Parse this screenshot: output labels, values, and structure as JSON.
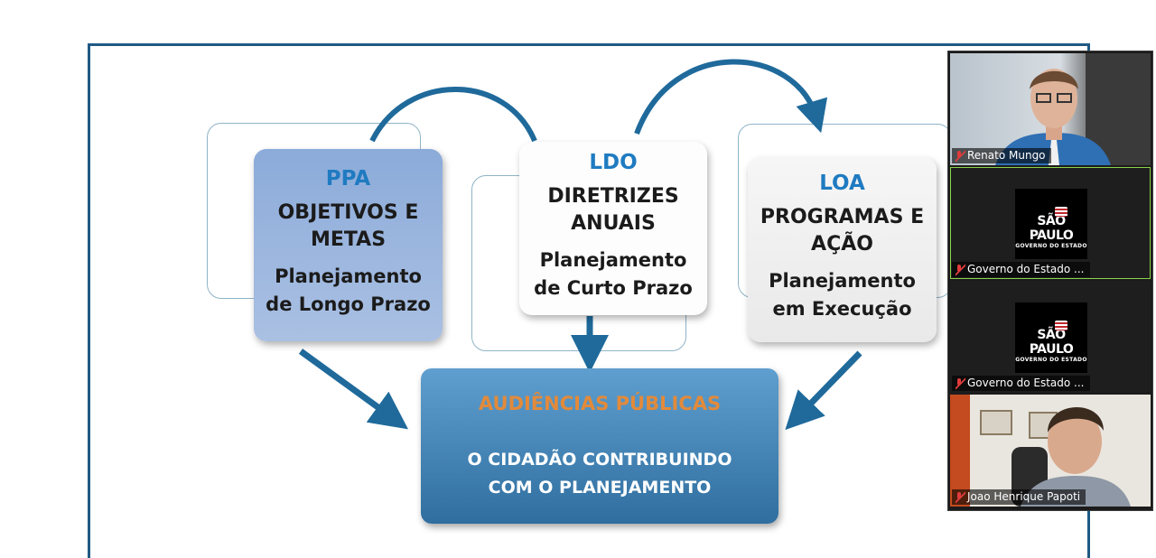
{
  "slide": {
    "ppa": {
      "code": "PPA",
      "line1": "OBJETIVOS E",
      "line2": "METAS",
      "sub1": "Planejamento",
      "sub2": "de Longo Prazo"
    },
    "ldo": {
      "code": "LDO",
      "line1": "DIRETRIZES",
      "line2": "ANUAIS",
      "sub1": "Planejamento",
      "sub2": "de Curto Prazo"
    },
    "loa": {
      "code": "LOA",
      "line1": "PROGRAMAS E",
      "line2": "AÇÃO",
      "sub1": "Planejamento",
      "sub2": "em Execução"
    },
    "audience": {
      "title": "AUDIÊNCIAS PÚBLICAS",
      "line1": "O CIDADÃO CONTRIBUINDO",
      "line2": "COM O PLANEJAMENTO"
    },
    "colors": {
      "border": "#1f5a84",
      "arrow": "#1f6a9b",
      "accent_blue": "#1f7bc1",
      "accent_orange": "#e28a3b"
    }
  },
  "participants": [
    {
      "name": "Renato Mungo",
      "muted": true,
      "video": "person-camera"
    },
    {
      "name": "Governo do Estado ...",
      "muted": true,
      "video": "logo",
      "active": true
    },
    {
      "name": "Governo do Estado ...",
      "muted": true,
      "video": "logo"
    },
    {
      "name": "Joao Henrique Papoti",
      "muted": true,
      "video": "person-camera"
    }
  ],
  "logo": {
    "line1": "SÃO PAULO",
    "line2": "GOVERNO DO ESTADO"
  }
}
